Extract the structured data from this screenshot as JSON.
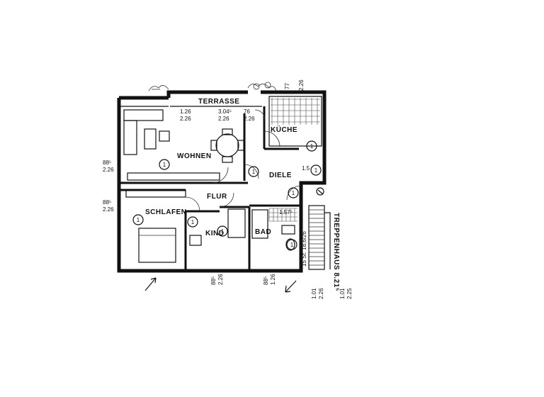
{
  "rooms": {
    "terrasse": "TERRASSE",
    "kueche": "KÜCHE",
    "wohnen": "WOHNEN",
    "diele": "DIELE",
    "flur": "FLUR",
    "schlafen": "SCHLAFEN",
    "kind": "KIND",
    "bad": "BAD",
    "treppenhaus": "TREPPENHAUS 8.21⁵"
  },
  "dimensions": {
    "top_a": "1.26",
    "top_a2": "2.26",
    "top_b": "3.04⁵",
    "top_b2": "2.26",
    "top_c": "76",
    "top_c2": "2.26",
    "top_d": "77",
    "top_e": "2.26",
    "left_a": "88⁵",
    "left_a2": "2.26",
    "left_b": "88⁵",
    "left_b2": "2.26",
    "bottom_a": "88⁵",
    "bottom_a2": "2.26",
    "bottom_b": "88⁵",
    "bottom_b2": "1.26",
    "bottom_c": "1.01",
    "bottom_c2": "2.26",
    "bottom_d": "1.01",
    "bottom_d2": "2.25",
    "diele_width": "1.5",
    "bad_width": "1.57⁵",
    "stair_steps": "15 St. 18,6/26"
  },
  "markers": {
    "unit": "1"
  }
}
